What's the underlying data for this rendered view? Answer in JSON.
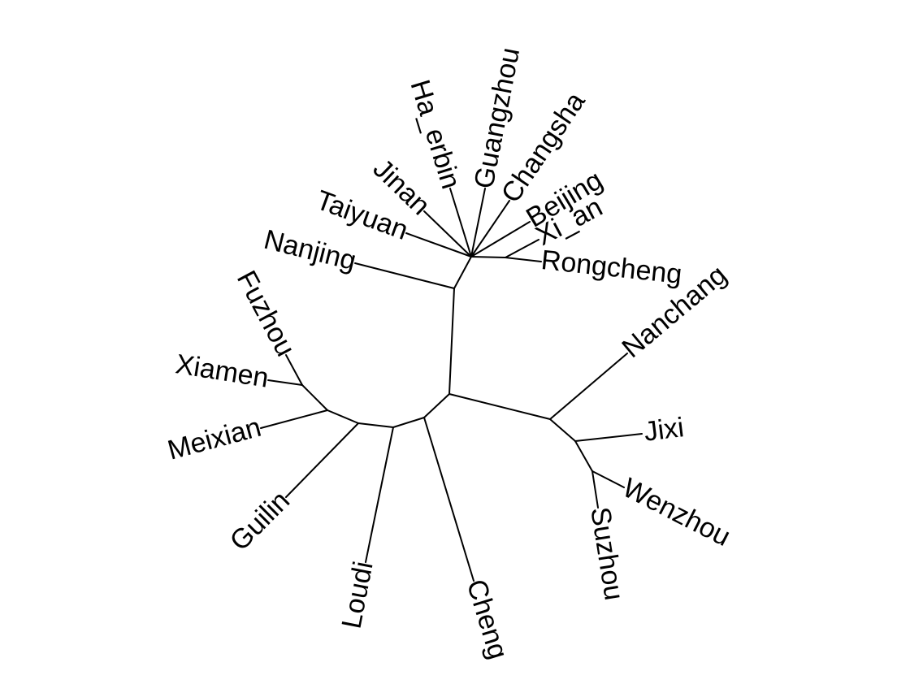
{
  "tree": {
    "layout": "unrooted",
    "edge_color": "#000000",
    "leaves": [
      {
        "id": "taiyuan",
        "label": "Taiyuan"
      },
      {
        "id": "jinan",
        "label": "Jinan"
      },
      {
        "id": "ha-erbin",
        "label": "Ha_erbin"
      },
      {
        "id": "guangzhou",
        "label": "Guangzhou"
      },
      {
        "id": "changsha",
        "label": "Changsha"
      },
      {
        "id": "beijing",
        "label": "Beijing"
      },
      {
        "id": "xi-an",
        "label": "Xi_an"
      },
      {
        "id": "rongcheng",
        "label": "Rongcheng"
      },
      {
        "id": "nanjing",
        "label": "Nanjing"
      },
      {
        "id": "nanchang",
        "label": "Nanchang"
      },
      {
        "id": "jixi",
        "label": "Jixi"
      },
      {
        "id": "wenzhou",
        "label": "Wenzhou"
      },
      {
        "id": "suzhou",
        "label": "Suzhou"
      },
      {
        "id": "fuzhou",
        "label": "Fuzhou"
      },
      {
        "id": "xiamen",
        "label": "Xiamen"
      },
      {
        "id": "meixian",
        "label": "Meixian"
      },
      {
        "id": "guilin",
        "label": "Guilin"
      },
      {
        "id": "loudi",
        "label": "Loudi"
      },
      {
        "id": "cheng",
        "label": "Cheng"
      }
    ]
  }
}
